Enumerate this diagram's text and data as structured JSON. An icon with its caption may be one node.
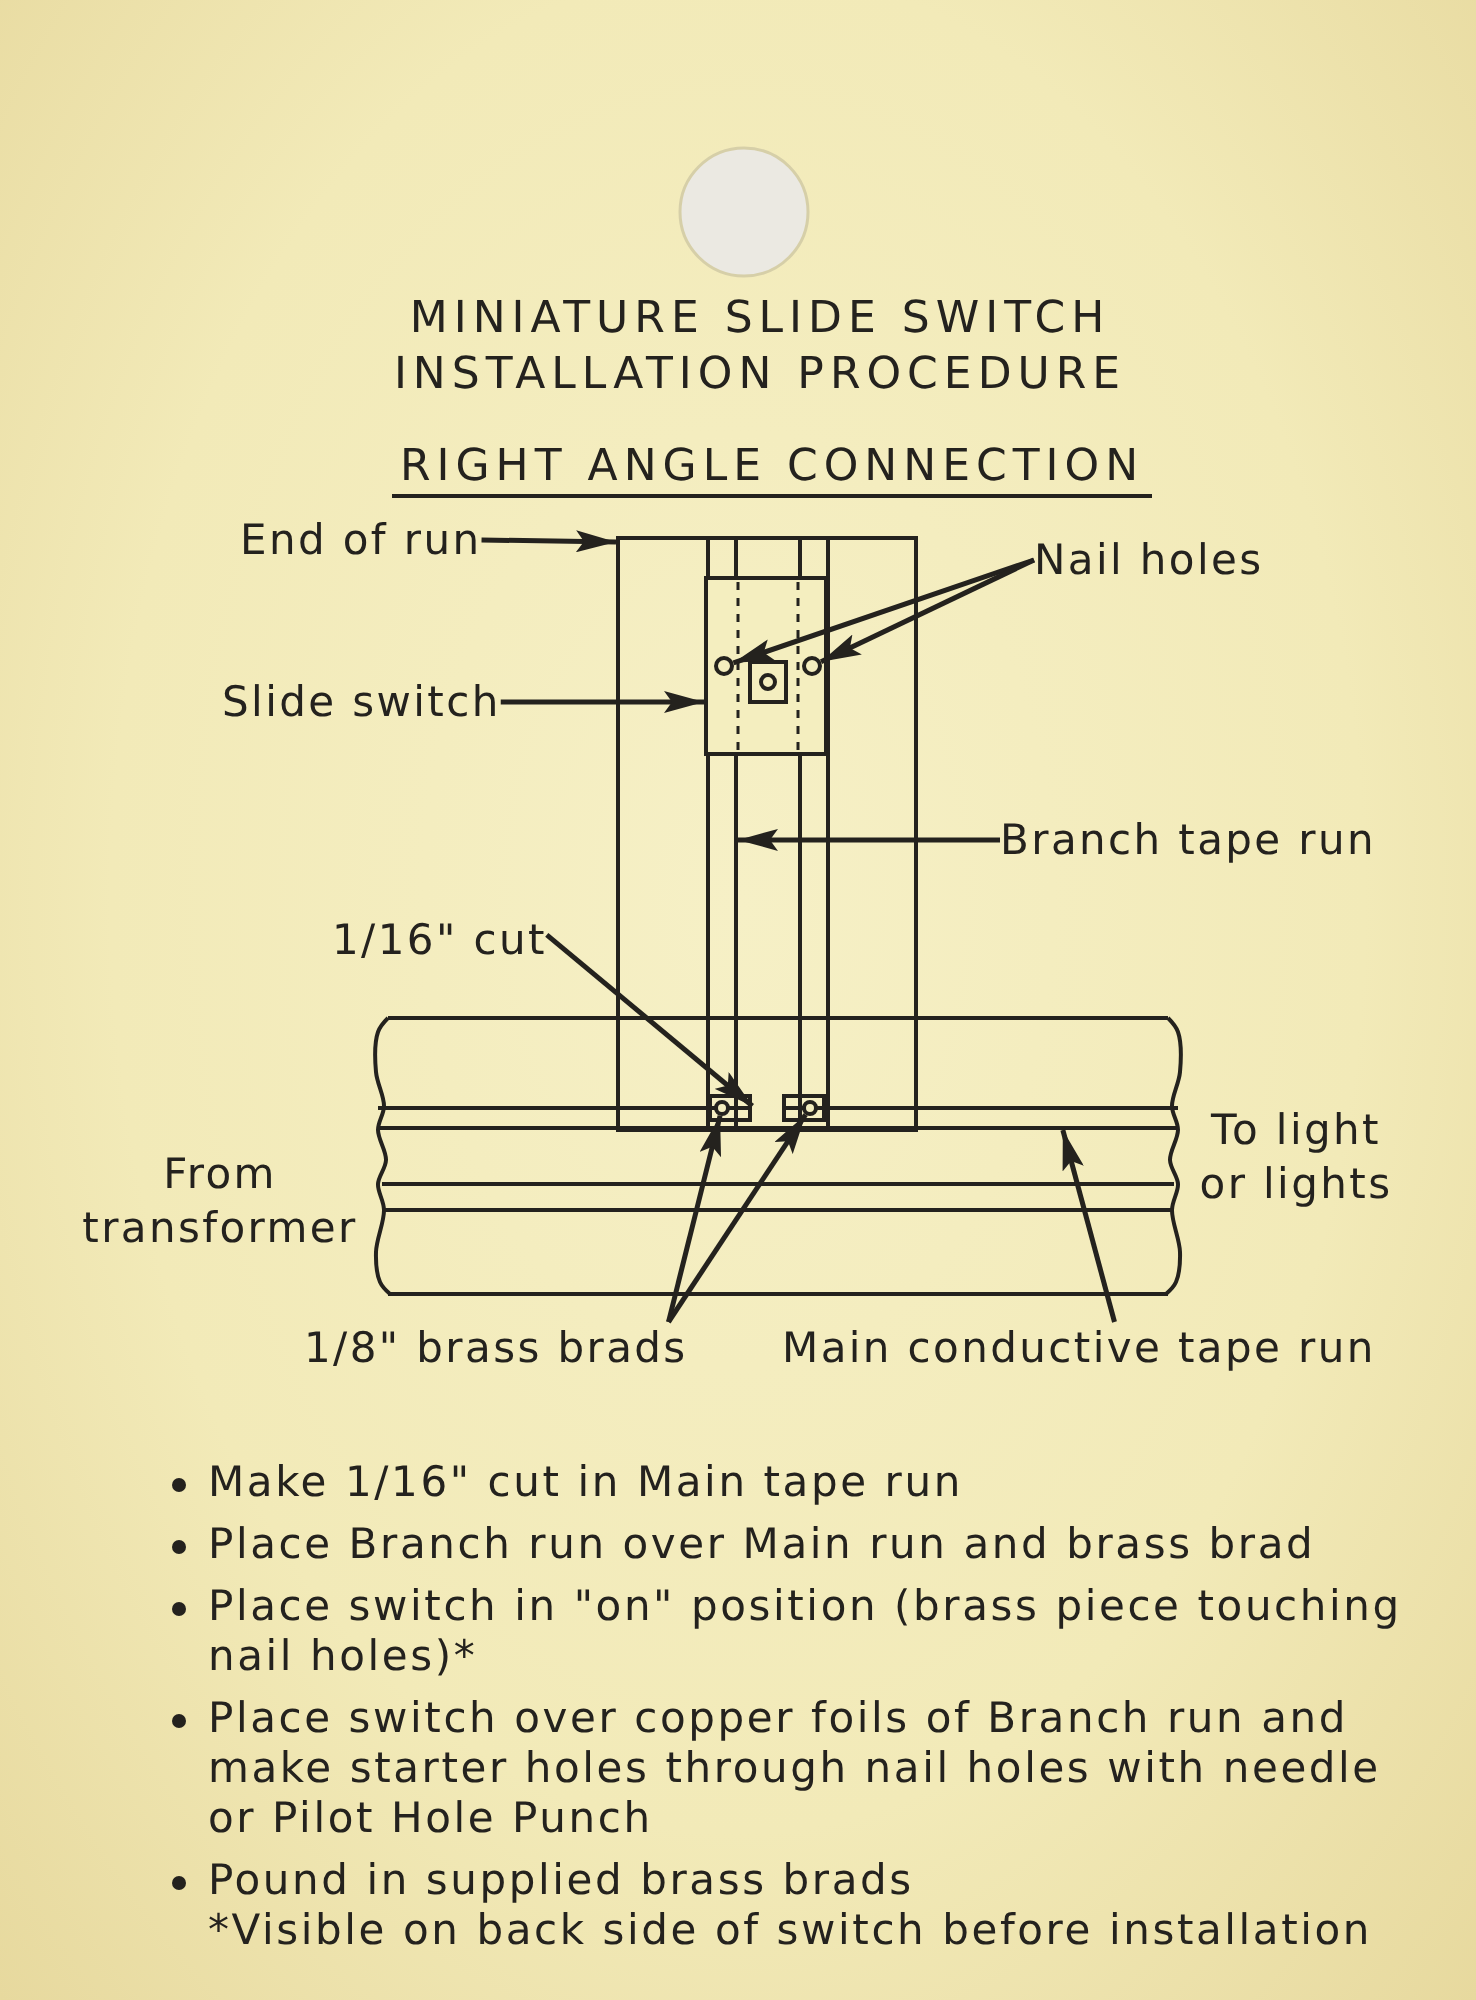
{
  "diagram": {
    "title": "MINIATURE SLIDE SWITCH INSTALLATION PROCEDURE",
    "nodes": [
      {
        "text": [
          "End of run"
        ]
      },
      {
        "text": [
          "Nail holes"
        ]
      },
      {
        "text": [
          "Slide switch"
        ]
      },
      {
        "text": [
          "Branch tape run"
        ]
      },
      {
        "text": [
          "1/16\" cut"
        ]
      },
      {
        "text": [
          "1/8\" brass brads"
        ]
      },
      {
        "text": [
          "Main conductive tape run"
        ]
      },
      {
        "text": [],
        "shape": "box"
      },
      {
        "text": [],
        "shape": "box",
        "in": 7
      },
      {
        "text": [],
        "shape": "circle"
      },
      {
        "text": [],
        "shape": "circle"
      },
      {
        "text": [],
        "shape": "bar",
        "in": 7
      },
      {
        "text": [],
        "shape": "bar",
        "in": 7
      },
      {
        "text": [],
        "shape": "bar"
      },
      {
        "text": [],
        "shape": "bar",
        "in": 13
      },
      {
        "text": [],
        "shape": "circle"
      },
      {
        "text": [],
        "shape": "circle"
      }
    ],
    "edges": [
      {
        "from": 0,
        "to": 7,
        "arrow": "to"
      },
      {
        "from": 1,
        "to": 9,
        "arrow": "to"
      },
      {
        "from": 1,
        "to": 10,
        "arrow": "to"
      },
      {
        "from": 2,
        "to": 8,
        "arrow": "to"
      },
      {
        "from": 3,
        "to": 11,
        "arrow": "to"
      },
      {
        "from": 4,
        "to": 14,
        "arrow": "to"
      },
      {
        "from": 5,
        "to": 15,
        "arrow": "to"
      },
      {
        "from": 5,
        "to": 16,
        "arrow": "to"
      },
      {
        "from": 6,
        "to": 14,
        "arrow": "to"
      }
    ],
    "labels": [
      "RIGHT ANGLE CONNECTION",
      "From transformer",
      "To light or lights",
      "Make 1/16\" cut in Main tape run",
      "Place Branch run over Main run and brass brad",
      "Place switch in \"on\" position (brass piece touching nail holes)*",
      "Place switch over copper foils of Branch run and make starter holes through nail holes with needle or Pilot Hole Punch",
      "Pound in supplied brass brads",
      "*Visible on back side of switch before installation"
    ]
  }
}
